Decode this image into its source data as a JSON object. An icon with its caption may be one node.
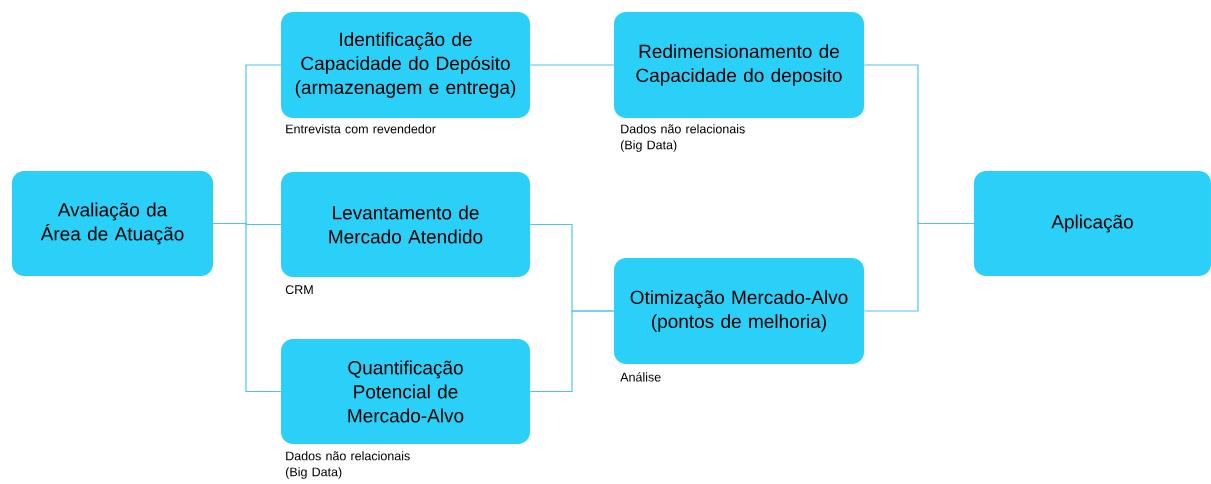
{
  "diagram": {
    "nodes": [
      {
        "text": [
          "Avaliação da Área de Atuação"
        ]
      },
      {
        "text": [
          "Identificação de Capacidade do Depósito",
          "(armazenagem e entrega)"
        ],
        "beside": [
          "Entrevista com revendedor"
        ]
      },
      {
        "text": [
          "Levantamento de Mercado Atendido"
        ],
        "beside": [
          "CRM"
        ]
      },
      {
        "text": [
          "Quantificação Potencial de Mercado-Alvo"
        ],
        "beside": [
          "Dados não relacionais (Big Data)"
        ]
      },
      {
        "text": [
          "Redimensionamento de Capacidade do deposito"
        ],
        "beside": [
          "Dados não relacionais (Big Data)"
        ]
      },
      {
        "text": [
          "Otimização Mercado-Alvo (pontos de melhoria)"
        ],
        "beside": [
          "Análise"
        ]
      },
      {
        "text": [
          "Aplicação"
        ]
      }
    ],
    "edges": [
      {
        "from": 0,
        "to": 1,
        "arrow": "none"
      },
      {
        "from": 0,
        "to": 2,
        "arrow": "none"
      },
      {
        "from": 0,
        "to": 3,
        "arrow": "none"
      },
      {
        "from": 1,
        "to": 4,
        "arrow": "none"
      },
      {
        "from": 2,
        "to": 5,
        "arrow": "none"
      },
      {
        "from": 3,
        "to": 5,
        "arrow": "none"
      },
      {
        "from": 4,
        "to": 6,
        "arrow": "none"
      },
      {
        "from": 5,
        "to": 6,
        "arrow": "none"
      }
    ]
  }
}
